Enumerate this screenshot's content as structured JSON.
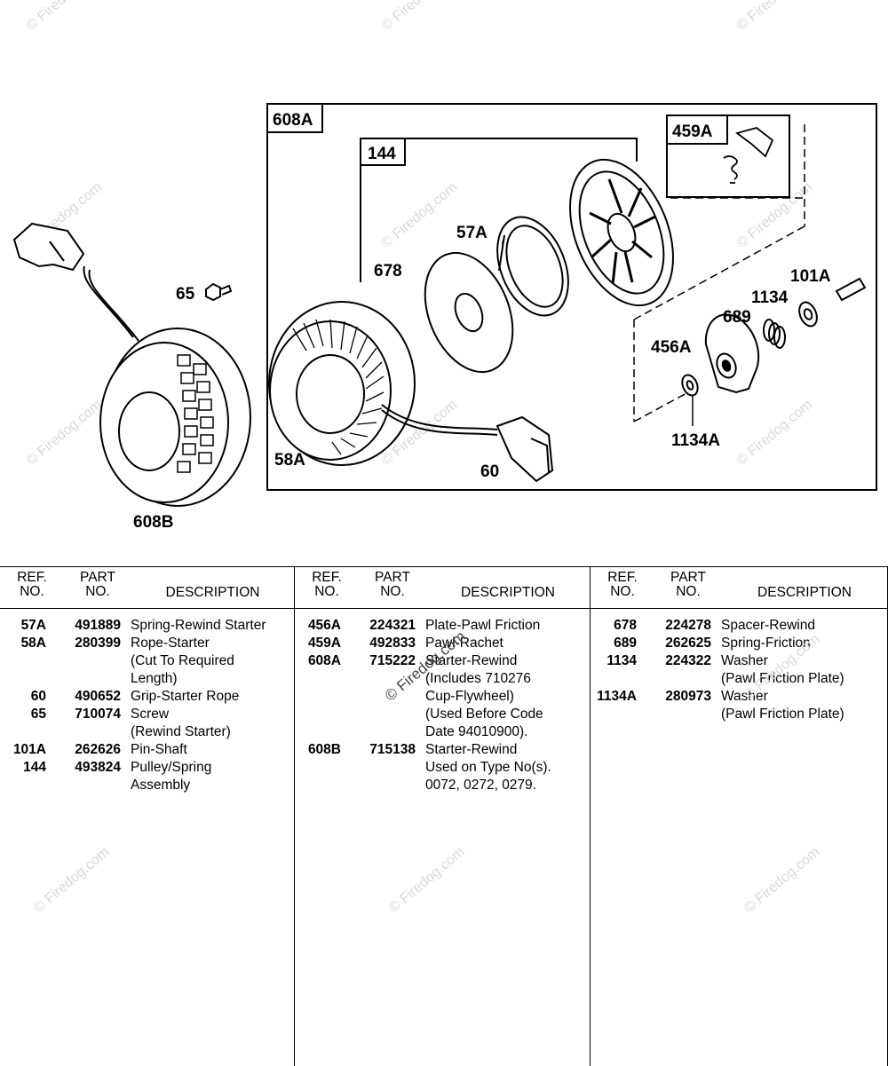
{
  "callouts": {
    "c608A": "608A",
    "c144": "144",
    "c459A": "459A",
    "c57A": "57A",
    "c678": "678",
    "c101A": "101A",
    "c1134": "1134",
    "c689": "689",
    "c456A": "456A",
    "c1134A": "1134A",
    "c58A": "58A",
    "c60": "60",
    "c65": "65",
    "c608B": "608B"
  },
  "watermark": "© Firedog.com",
  "table": {
    "headers": {
      "ref": "REF.\nNO.",
      "part": "PART\nNO.",
      "desc": "DESCRIPTION"
    },
    "columns": [
      [
        {
          "ref": "57A",
          "part": "491889",
          "desc": "Spring-Rewind Starter"
        },
        {
          "ref": "58A",
          "part": "280399",
          "desc": "Rope-Starter\n(Cut To Required\nLength)"
        },
        {
          "ref": "60",
          "part": "490652",
          "desc": "Grip-Starter Rope"
        },
        {
          "ref": "65",
          "part": "710074",
          "desc": "Screw\n(Rewind Starter)"
        },
        {
          "ref": "101A",
          "part": "262626",
          "desc": "Pin-Shaft"
        },
        {
          "ref": "144",
          "part": "493824",
          "desc": "Pulley/Spring\nAssembly"
        }
      ],
      [
        {
          "ref": "456A",
          "part": "224321",
          "desc": "Plate-Pawl Friction"
        },
        {
          "ref": "459A",
          "part": "492833",
          "desc": "Pawl-Rachet"
        },
        {
          "ref": "608A",
          "part": "715222",
          "desc": "Starter-Rewind\n(Includes 710276\nCup-Flywheel)\n(Used Before Code\nDate 94010900)."
        },
        {
          "ref": "608B",
          "part": "715138",
          "desc": "Starter-Rewind\nUsed on Type No(s).\n0072, 0272, 0279."
        }
      ],
      [
        {
          "ref": "678",
          "part": "224278",
          "desc": "Spacer-Rewind"
        },
        {
          "ref": "689",
          "part": "262625",
          "desc": "Spring-Friction"
        },
        {
          "ref": "1134",
          "part": "224322",
          "desc": "Washer\n(Pawl Friction Plate)"
        },
        {
          "ref": "1134A",
          "part": "280973",
          "desc": "Washer\n(Pawl Friction Plate)"
        }
      ]
    ]
  }
}
